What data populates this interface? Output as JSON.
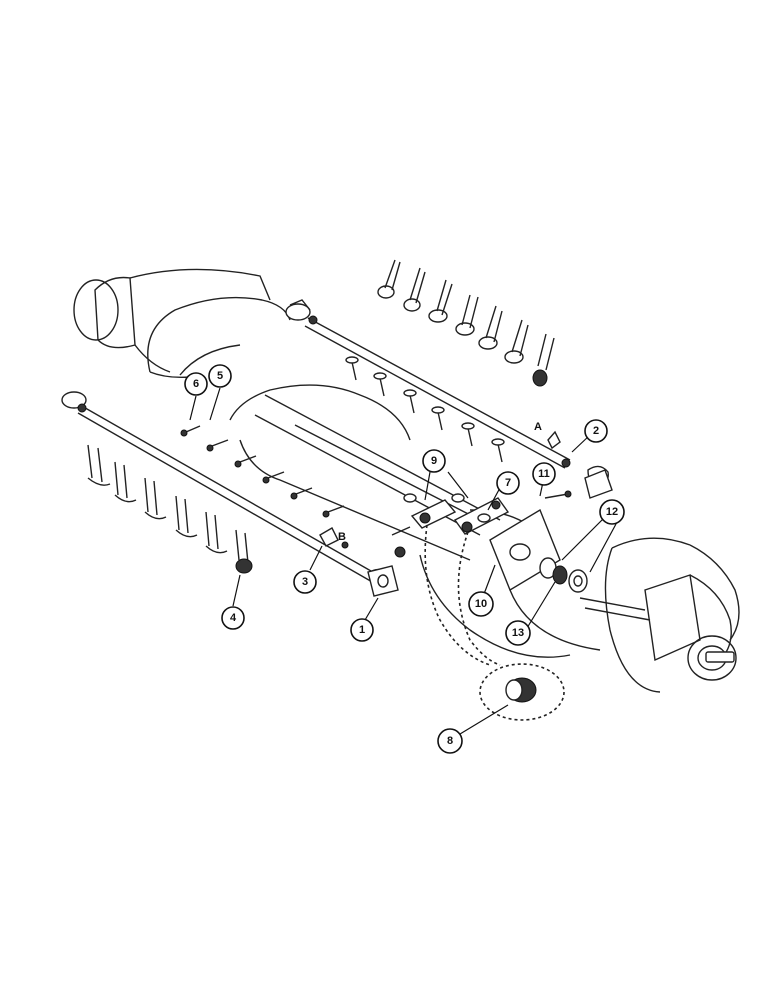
{
  "callouts": [
    "1",
    "2",
    "3",
    "4",
    "5",
    "6",
    "7",
    "8",
    "9",
    "10",
    "11",
    "12",
    "13"
  ],
  "letters": [
    "A",
    "B"
  ]
}
